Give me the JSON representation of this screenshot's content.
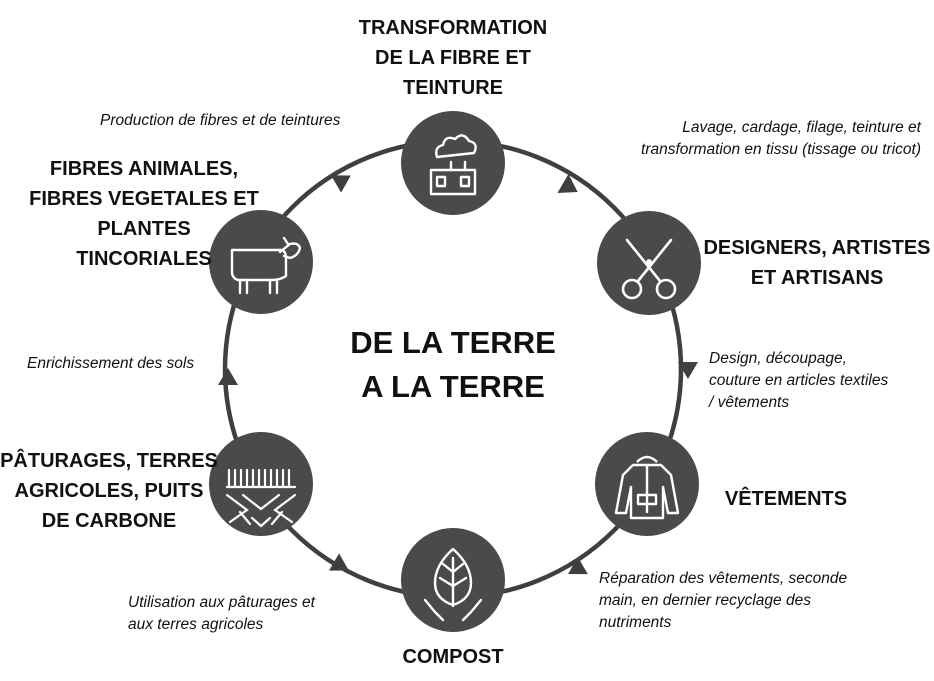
{
  "center": {
    "text": "DE LA TERRE\nA LA TERRE"
  },
  "nodes": [
    {
      "id": "transformation",
      "title": "TRANSFORMATION\nDE LA FIBRE ET\nTEINTURE",
      "icon": "factory-icon"
    },
    {
      "id": "designers",
      "title": "DESIGNERS, ARTISTES\nET ARTISANS",
      "icon": "scissors-icon"
    },
    {
      "id": "vetements",
      "title": "VÊTEMENTS",
      "icon": "jacket-icon"
    },
    {
      "id": "compost",
      "title": "COMPOST",
      "icon": "leaf-icon"
    },
    {
      "id": "paturages",
      "title": "PÂTURAGES, TERRES\nAGRICOLES, PUITS\nDE CARBONE",
      "icon": "soil-icon"
    },
    {
      "id": "fibres",
      "title": "FIBRES ANIMALES,\nFIBRES VEGETALES ET\nPLANTES\nTINCORIALES",
      "icon": "sheep-icon"
    }
  ],
  "steps": [
    {
      "text": "Lavage, cardage, filage, teinture et\ntransformation en tissu (tissage ou tricot)"
    },
    {
      "text": "Design, découpage,\ncouture en articles textiles\n/ vêtements"
    },
    {
      "text": "Réparation des vêtements, seconde\nmain, en dernier recyclage des\nnutriments"
    },
    {
      "text": "Utilisation aux pâturages et\naux terres agricoles"
    },
    {
      "text": "Enrichissement des sols"
    },
    {
      "text": "Production de fibres et de teintures"
    }
  ],
  "colors": {
    "circle_fill": "#4a4a4a",
    "ring_stroke": "#3f3f3f",
    "icon_stroke": "#ffffff",
    "text": "#111111"
  }
}
